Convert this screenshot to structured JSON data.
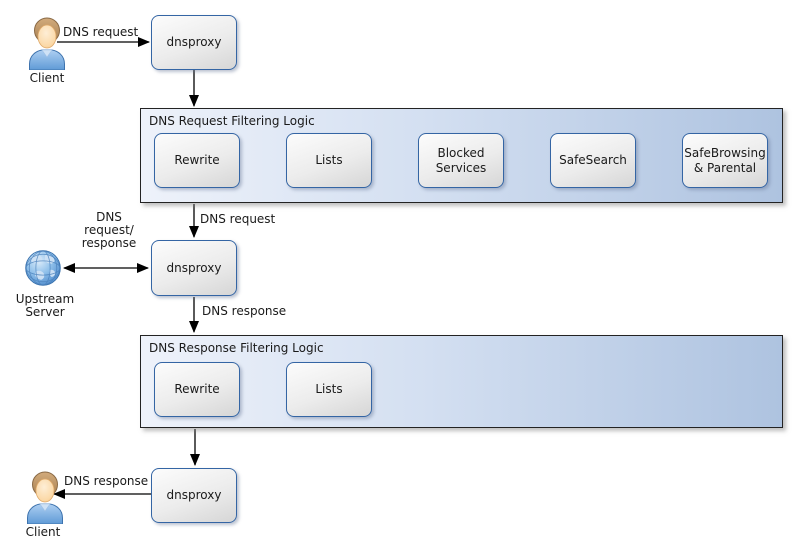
{
  "nodes": {
    "client_top": {
      "label": "Client"
    },
    "dnsproxy_top": {
      "label": "dnsproxy"
    },
    "dnsproxy_mid": {
      "label": "dnsproxy"
    },
    "dnsproxy_bottom": {
      "label": "dnsproxy"
    },
    "upstream_server": {
      "label": "Upstream Server"
    },
    "client_bottom": {
      "label": "Client"
    }
  },
  "request_filtering": {
    "title": "DNS Request Filtering Logic",
    "steps": [
      {
        "label": "Rewrite"
      },
      {
        "label": "Lists"
      },
      {
        "label": "Blocked Services"
      },
      {
        "label": "SafeSearch"
      },
      {
        "label": "SafeBrowsing & Parental"
      }
    ]
  },
  "response_filtering": {
    "title": "DNS Response Filtering Logic",
    "steps": [
      {
        "label": "Rewrite"
      },
      {
        "label": "Lists"
      }
    ]
  },
  "edge_labels": {
    "client_to_dnsproxy": "DNS request",
    "request_filter_to_dnsproxy": "DNS request",
    "upstream_lines": [
      "DNS",
      "request/",
      "response"
    ],
    "dnsproxy_to_response_filter": "DNS response",
    "dnsproxy_to_client": "DNS response"
  },
  "colors": {
    "container_gradient_left": "#eef2fa",
    "container_gradient_right": "#aec3e0",
    "node_border": "#3465a4",
    "node_fill_light": "#fcfcfc",
    "node_fill_dark": "#d6d6d6",
    "arrow": "#000000",
    "text": "#1a1a1a"
  }
}
